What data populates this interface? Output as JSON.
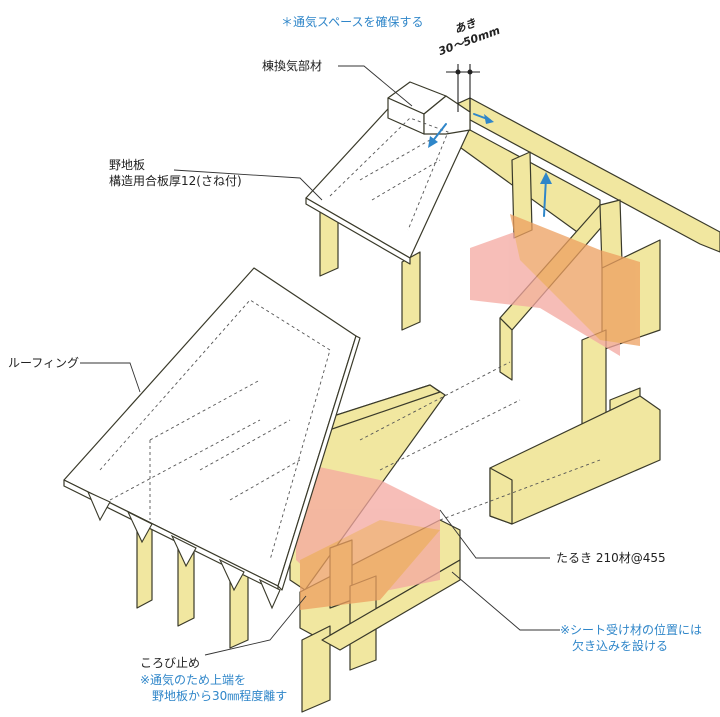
{
  "labels": {
    "ventilation_space": "＊通気スペースを確保する",
    "gap_prefix": "あき",
    "gap_size": "30〜50mm",
    "ridge_vent": "棟換気部材",
    "sheathing_line1": "野地板",
    "sheathing_line2": "構造用合板厚12(さね付)",
    "roofing": "ルーフィング",
    "rafter": "たるき 210材@455",
    "sheet_note_line1": "※シート受け材の位置には",
    "sheet_note_line2": "欠き込みを設ける",
    "stopper": "ころび止め",
    "stopper_note_line1": "※通気のため上端を",
    "stopper_note_line2": "野地板から30㎜程度離す"
  },
  "colors": {
    "wood": "#f1e7a0",
    "wood_edge": "#3a3a2a",
    "sheet": "#ffffff",
    "pink": "#f4a8a0",
    "orange": "#eda060",
    "accent_blue": "#2f86c9"
  }
}
